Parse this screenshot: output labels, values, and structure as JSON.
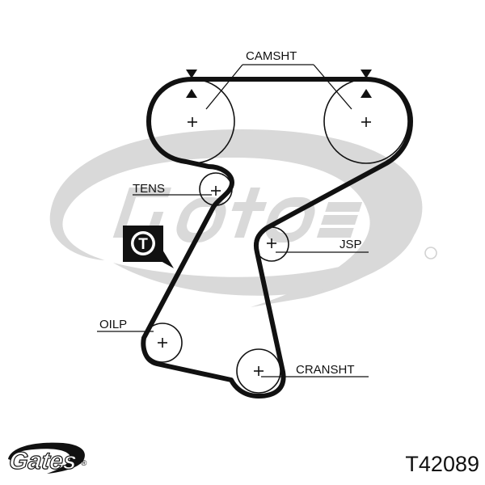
{
  "labels": {
    "camshaft": "CAMSHT",
    "tensioner": "TENS",
    "water_pump": "JSP",
    "oil_pump": "OILP",
    "crankshaft": "CRANSHT"
  },
  "tensioner_badge": "T",
  "part_number": "T42089",
  "brand": {
    "logo_text": "Gates",
    "registered_mark": "®"
  },
  "colors": {
    "ink": "#111111",
    "watermark": "#d2d2d2",
    "background": "#ffffff"
  }
}
